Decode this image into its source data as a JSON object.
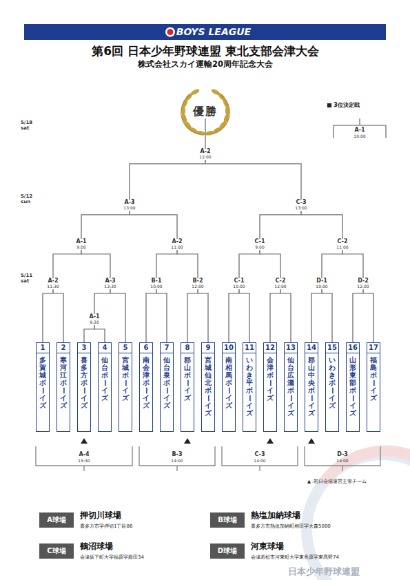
{
  "diagram": {
    "title": "第6回 日本少年野球連盟 東北支部会津大会",
    "nodes": [
      {
        "text": [
          "優勝"
        ]
      },
      {
        "text": [
          "A-2",
          "12:00"
        ]
      },
      {
        "text": [
          "A-3",
          "13:00"
        ]
      },
      {
        "text": [
          "C-3",
          "13:00"
        ]
      },
      {
        "text": [
          "A-1",
          "9:00"
        ]
      },
      {
        "text": [
          "A-2",
          "11:00"
        ]
      },
      {
        "text": [
          "C-1",
          "9:00"
        ]
      },
      {
        "text": [
          "C-2",
          "11:00"
        ]
      },
      {
        "text": [
          "A-2",
          "11:30"
        ]
      },
      {
        "text": [
          "A-3",
          "13:30"
        ]
      },
      {
        "text": [
          "B-1",
          "10:00"
        ]
      },
      {
        "text": [
          "B-2",
          "12:00"
        ]
      },
      {
        "text": [
          "C-1",
          "10:00"
        ]
      },
      {
        "text": [
          "C-2",
          "12:00"
        ]
      },
      {
        "text": [
          "D-1",
          "10:00"
        ]
      },
      {
        "text": [
          "D-2",
          "12:00"
        ]
      },
      {
        "text": [
          "A-1",
          "9:30"
        ]
      },
      {
        "text": [
          "1",
          "多賀城ボーイズ"
        ]
      },
      {
        "text": [
          "2",
          "寒河江ボーイズ"
        ]
      },
      {
        "text": [
          "3",
          "喜多方ボーイズ"
        ]
      },
      {
        "text": [
          "4",
          "仙台ボーイズ"
        ]
      },
      {
        "text": [
          "5",
          "宮城ボーイズ"
        ]
      },
      {
        "text": [
          "6",
          "南会津ボーイズ"
        ]
      },
      {
        "text": [
          "7",
          "仙台泉ボーイズ"
        ]
      },
      {
        "text": [
          "8",
          "郡山ボーイズ"
        ]
      },
      {
        "text": [
          "9",
          "宮城仙北ボーイズ"
        ]
      },
      {
        "text": [
          "10",
          "南相馬ボーイズ"
        ]
      },
      {
        "text": [
          "11",
          "いわき平ボーイズ"
        ]
      },
      {
        "text": [
          "12",
          "会津ボーイズ"
        ]
      },
      {
        "text": [
          "13",
          "仙台広瀬ボーイズ"
        ]
      },
      {
        "text": [
          "14",
          "郡山中央ボーイズ"
        ]
      },
      {
        "text": [
          "15",
          "いわきボーイズ"
        ]
      },
      {
        "text": [
          "16",
          "山形東部ボーイズ"
        ]
      },
      {
        "text": [
          "17",
          "福島ボーイズ"
        ]
      },
      {
        "text": [
          "A球場",
          "押切川球場",
          "喜多方市字押切1丁目86"
        ]
      },
      {
        "text": [
          "B球場",
          "熱塩加納球場",
          "喜多方市熱塩加納町相田字大森5000"
        ]
      },
      {
        "text": [
          "C球場",
          "鶴沼球場",
          "会津坂下町大字福原字殿田34"
        ]
      },
      {
        "text": [
          "D球場",
          "河東球場",
          "会津若松市河東町大字東長原字東高野74"
        ]
      }
    ],
    "edges": [
      {
        "from": 1,
        "to": 0,
        "arrow": "none"
      },
      {
        "from": 2,
        "to": 1,
        "arrow": "none"
      },
      {
        "from": 3,
        "to": 1,
        "arrow": "none"
      },
      {
        "from": 4,
        "to": 2,
        "arrow": "none"
      },
      {
        "from": 5,
        "to": 2,
        "arrow": "none"
      },
      {
        "from": 6,
        "to": 3,
        "arrow": "none"
      },
      {
        "from": 7,
        "to": 3,
        "arrow": "none"
      },
      {
        "from": 8,
        "to": 4,
        "arrow": "none"
      },
      {
        "from": 9,
        "to": 4,
        "arrow": "none"
      },
      {
        "from": 10,
        "to": 5,
        "arrow": "none"
      },
      {
        "from": 11,
        "to": 5,
        "arrow": "none"
      },
      {
        "from": 12,
        "to": 6,
        "arrow": "none"
      },
      {
        "from": 13,
        "to": 6,
        "arrow": "none"
      },
      {
        "from": 14,
        "to": 7,
        "arrow": "none"
      },
      {
        "from": 15,
        "to": 7,
        "arrow": "none"
      },
      {
        "from": 17,
        "to": 8,
        "arrow": "none"
      },
      {
        "from": 18,
        "to": 8,
        "arrow": "none"
      },
      {
        "from": 16,
        "to": 9,
        "arrow": "none"
      },
      {
        "from": 21,
        "to": 9,
        "arrow": "none"
      },
      {
        "from": 19,
        "to": 16,
        "arrow": "none"
      },
      {
        "from": 20,
        "to": 16,
        "arrow": "none"
      },
      {
        "from": 22,
        "to": 10,
        "arrow": "none"
      },
      {
        "from": 23,
        "to": 10,
        "arrow": "none"
      },
      {
        "from": 24,
        "to": 11,
        "arrow": "none"
      },
      {
        "from": 25,
        "to": 11,
        "arrow": "none"
      },
      {
        "from": 26,
        "to": 12,
        "arrow": "none"
      },
      {
        "from": 27,
        "to": 12,
        "arrow": "none"
      },
      {
        "from": 28,
        "to": 13,
        "arrow": "none"
      },
      {
        "from": 29,
        "to": 13,
        "arrow": "none"
      },
      {
        "from": 30,
        "to": 14,
        "arrow": "none"
      },
      {
        "from": 31,
        "to": 14,
        "arrow": "none"
      },
      {
        "from": 32,
        "to": 15,
        "arrow": "none"
      },
      {
        "from": 33,
        "to": 15,
        "arrow": "none"
      }
    ],
    "labels": [
      "BOYS LEAGUE",
      "株式会社スカイ運輸20周年記念大会",
      "5/18 sat",
      "5/12 sun",
      "5/11 sat",
      "■ 3位決定戦",
      "A-1",
      "10:00",
      "A-4",
      "15:30",
      "B-3",
      "14:00",
      "C-3",
      "14:00",
      "D-3",
      "14:00",
      "▲ :初日会場運営主管チーム",
      "日本少年野球連盟"
    ]
  }
}
